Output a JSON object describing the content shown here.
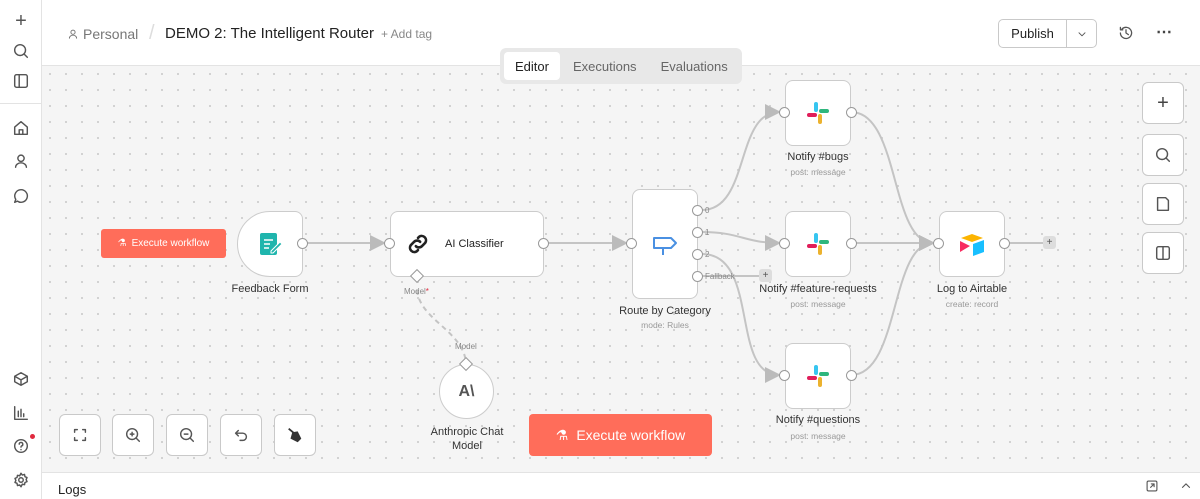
{
  "header": {
    "project": "Personal",
    "title": "DEMO 2: The Intelligent Router",
    "add_tag": "+ Add tag",
    "publish": "Publish"
  },
  "tabs": [
    {
      "label": "Editor",
      "active": true
    },
    {
      "label": "Executions"
    },
    {
      "label": "Evaluations"
    }
  ],
  "nodes": {
    "feedback_form": {
      "label": "Feedback Form"
    },
    "ai_classifier": {
      "label": "AI Classifier",
      "model_port": "Model",
      "required_mark": "*"
    },
    "anthropic": {
      "label_line1": "Anthropic Chat",
      "label_line2": "Model",
      "port": "Model",
      "logo": "A\\"
    },
    "router": {
      "label": "Route by Category",
      "sub": "mode: Rules",
      "outputs": [
        "0",
        "1",
        "2",
        "Fallback"
      ]
    },
    "notify_bugs": {
      "label": "Notify #bugs",
      "sub": "post: message"
    },
    "notify_features": {
      "label": "Notify #feature-requests",
      "sub": "post: message"
    },
    "notify_questions": {
      "label": "Notify #questions",
      "sub": "post: message"
    },
    "airtable": {
      "label": "Log to Airtable",
      "sub": "create: record"
    }
  },
  "execute_small": "Execute workflow",
  "execute_big": "Execute workflow",
  "logs": {
    "label": "Logs"
  },
  "colors": {
    "accent": "#ff6d5a",
    "form": "#1fb5ad",
    "router": "#4a90e2"
  },
  "plus": "+"
}
